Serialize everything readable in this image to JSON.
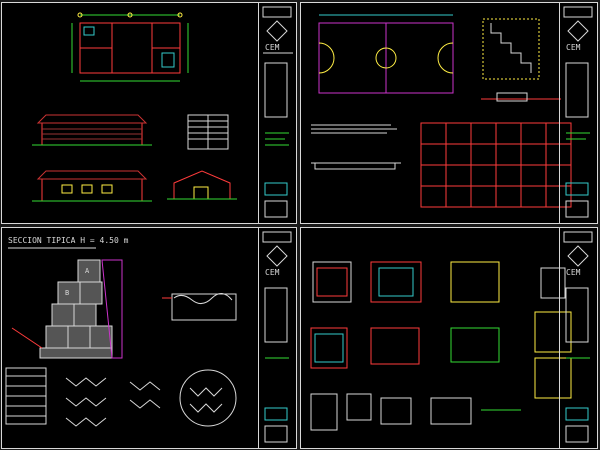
{
  "sheets": {
    "s1": {
      "name": "plan-elevations"
    },
    "s2": {
      "name": "sports-court"
    },
    "s3": {
      "name": "gabion-section",
      "section_title": "SECCION TIPICA H = 4.50 m",
      "label_a": "A",
      "label_b": "B"
    },
    "s4": {
      "name": "tank-details"
    }
  },
  "titleblock": {
    "logo": "CEM"
  },
  "colors": {
    "background": "#000000",
    "border": "#d8d8d8",
    "wall": "#ff3b3b",
    "dimension": "#33dd33",
    "court": "#cc33cc",
    "accent_yellow": "#ffee44",
    "accent_cyan": "#33cccc"
  }
}
